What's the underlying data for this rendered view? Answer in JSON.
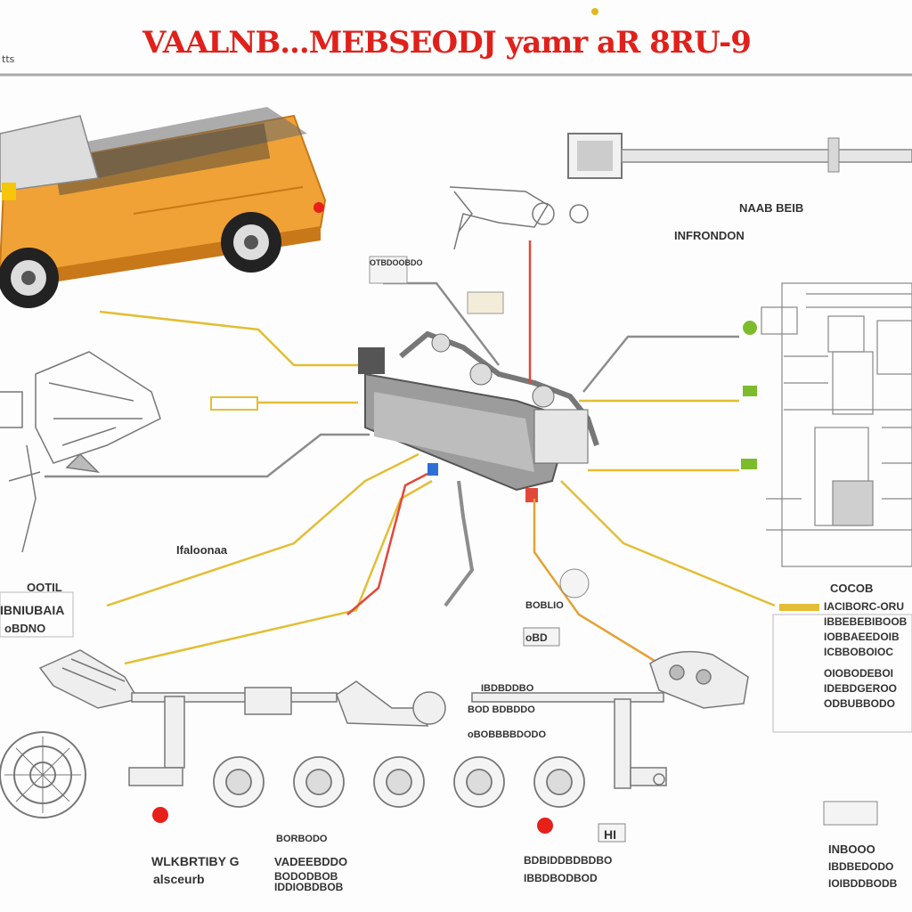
{
  "title": "VAALNB...MEBSEODJ yamr aR 8RU-9",
  "corner_label": "tts",
  "colors": {
    "title": "#e0211b",
    "truck_body": "#f0a236",
    "truck_dark": "#c87818",
    "wire_yellow": "#e3be35",
    "wire_red": "#e2483a",
    "wire_gray": "#8c8c8c",
    "marker_red": "#e8201a",
    "marker_green": "#7cbc2c",
    "rule": "#aaaaaa"
  },
  "labels": {
    "upper_right_1": "NAAB BEIB",
    "upper_right_2": "INFRONDON",
    "left_mid": "Ifaloonaa",
    "left_block_1": "OOTIL",
    "left_block_2": "IBNIUBAIA",
    "left_block_3": "oBDNO",
    "right_block_head": "COCOB",
    "right_block_1": "IACIBORC-ORU",
    "right_block_2": "IBBEBEBIBOOB",
    "right_block_3": "IOBBAEEDOIB",
    "right_block_4": "ICBBOBOIOC",
    "right_block_5": "OIOBODEBOI",
    "right_block_6": "IDEBDGEROO",
    "right_block_7": "ODBUBBODO",
    "center_tag": "BOBLIO",
    "center_small": "oBD",
    "mid_gauge_1": "IBDBDDBO",
    "mid_gauge_2": "BOD BDBDDO",
    "mid_gauge_3": "oBOBBBBDODO",
    "bottom_1a": "WLKBRTIBY G",
    "bottom_1b": "alsceurb",
    "bottom_2a": "VADEEBDDO",
    "bottom_2b": "BODODBOB",
    "bottom_2c": "IDDIOBDBOB",
    "bottom_3a": "BDBIDDBDBDBO",
    "bottom_3b": "IBBDBODBOD",
    "bottom_4a": "INBOOO",
    "bottom_4b": "IBDBEDODO",
    "bottom_4c": "IOIBDDBODB",
    "bottom_marker": "HI",
    "small_tag_1": "BORBODO",
    "small_tag_2": "OTBDOOBDO"
  }
}
